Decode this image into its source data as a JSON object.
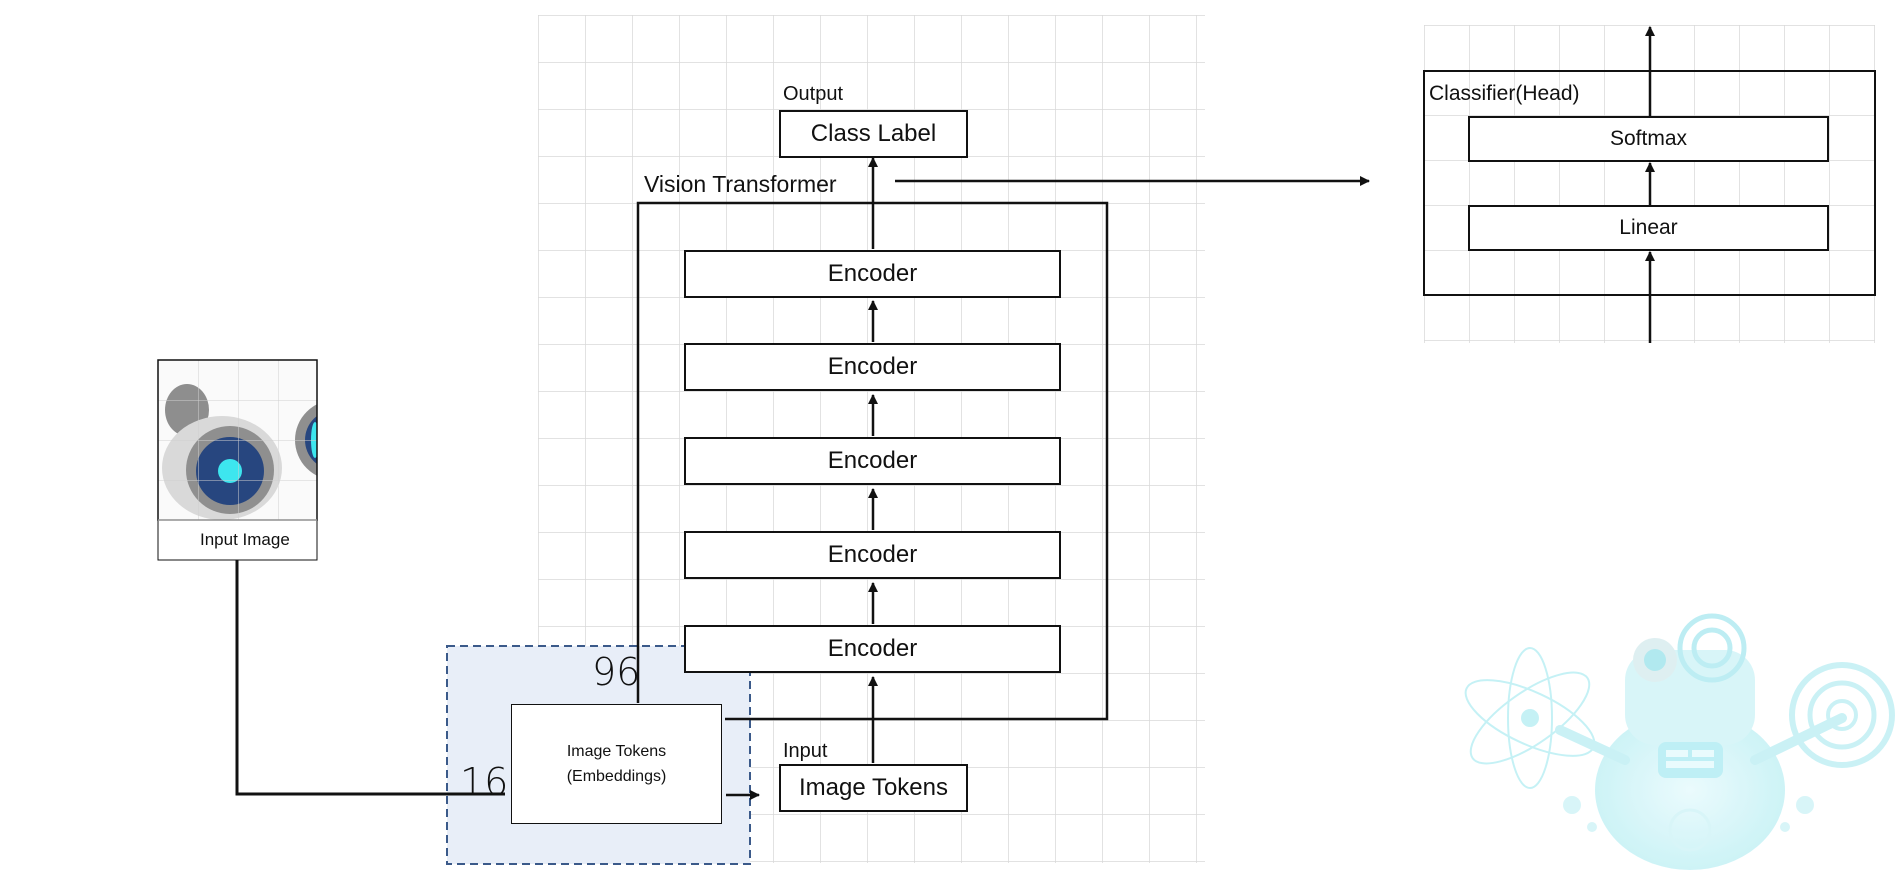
{
  "title": "Vision Transformer",
  "output": {
    "caption": "Output",
    "box_label": "Class Label"
  },
  "input": {
    "caption": "Input",
    "box_label": "Image Tokens"
  },
  "encoders": [
    "Encoder",
    "Encoder",
    "Encoder",
    "Encoder",
    "Encoder"
  ],
  "input_image": {
    "caption": "Input Image"
  },
  "tokenizer": {
    "line1": "Image Tokens",
    "line2": "(Embeddings)",
    "width_value": "96",
    "height_value": "16"
  },
  "classifier": {
    "title": "Classifier(Head)",
    "layers": [
      "Softmax",
      "Linear"
    ]
  },
  "colors": {
    "grid": "#d9d9d9",
    "line": "#111111",
    "tokenizer_fill": "#e8eef8",
    "tokenizer_border": "#3b5a8a",
    "eye_dark": "#27467f",
    "eye_light": "#3de6ef",
    "robot_watermark": "#c8f2f6"
  },
  "icons": [
    "arrow-icon",
    "robot-icon",
    "atom-icon"
  ]
}
